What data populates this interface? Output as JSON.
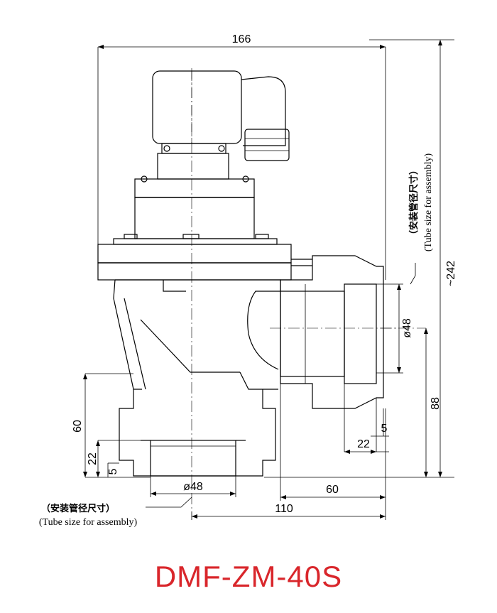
{
  "model": "DMF-ZM-40S",
  "colors": {
    "title": "#d9262b",
    "line": "#000000"
  },
  "dimensions": {
    "overall_width": "166",
    "overall_height": "~242",
    "side_port_height": "88",
    "bottom_port_height": "60",
    "bottom_spigot": "22",
    "bottom_step": "5",
    "side_spigot": "22",
    "side_step": "5",
    "side_tube_dia": "ø48",
    "bottom_tube_dia": "ø48",
    "side_offset": "60",
    "center_offset": "110"
  },
  "notes": {
    "side": {
      "cn": "（安装管径尺寸）",
      "en": "(Tube size for assembly)"
    },
    "bottom": {
      "cn": "（安装管径尺寸）",
      "en": "(Tube size for assembly)"
    }
  }
}
